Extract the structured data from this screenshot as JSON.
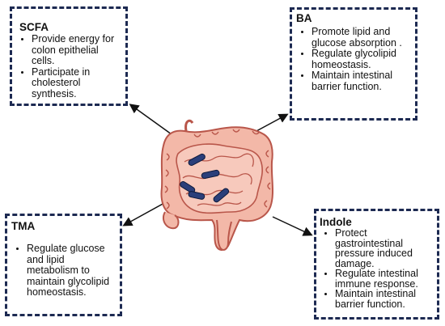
{
  "boxes": {
    "scfa": {
      "title": "SCFA",
      "items": [
        "Provide energy for colon epithelial cells.",
        "Participate in cholesterol synthesis."
      ]
    },
    "ba": {
      "title": "BA",
      "items": [
        "Promote lipid and glucose absorption .",
        "Regulate glycolipid homeostasis.",
        "Maintain intestinal barrier function."
      ]
    },
    "tma": {
      "title": "TMA",
      "items": [
        "Regulate glucose and lipid metabolism to maintain glycolipid homeostasis."
      ]
    },
    "indole": {
      "title": "Indole",
      "items": [
        "Protect gastrointestinal pressure induced damage.",
        "Regulate intestinal immune response.",
        "Maintain intestinal barrier function."
      ]
    }
  },
  "colors": {
    "box_border": "#1d2a52",
    "intestine_fill": "#f3b8a8",
    "intestine_stroke": "#b9564a",
    "bacteria_fill": "#2b3f7a"
  }
}
